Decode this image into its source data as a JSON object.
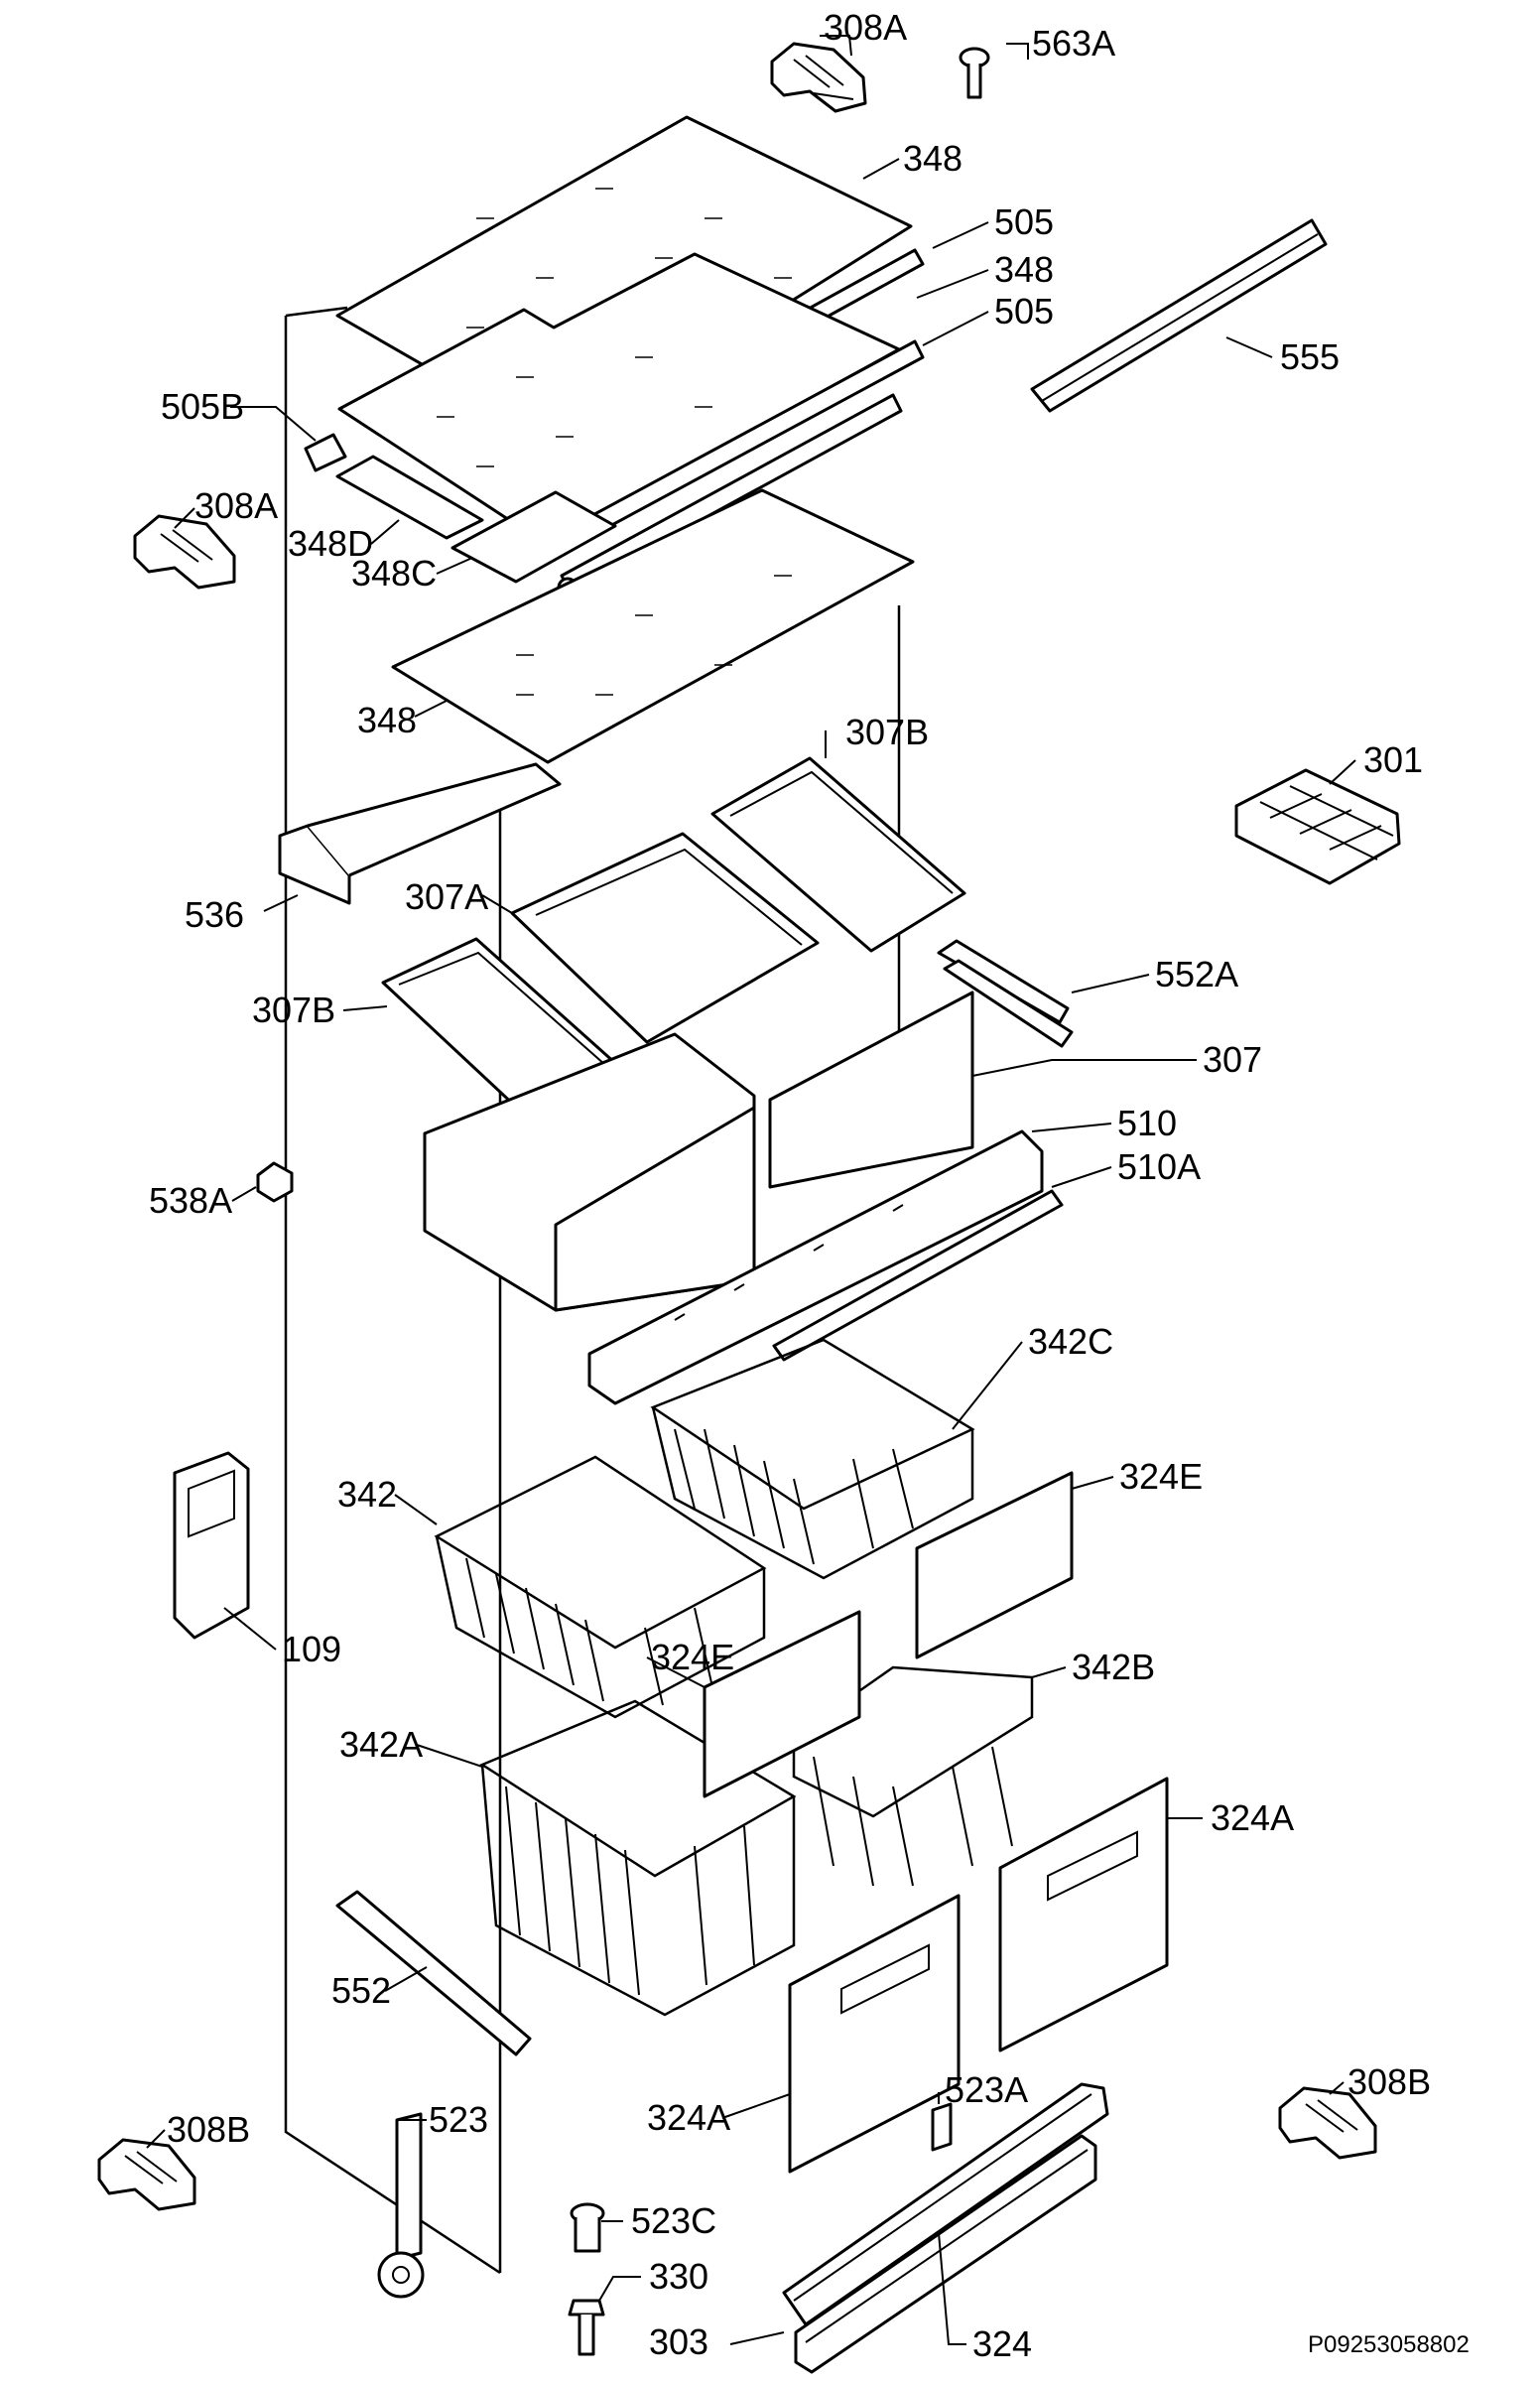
{
  "diagram": {
    "labels": {
      "l308a_top": "308A",
      "l563a": "563A",
      "l348_1": "348",
      "l505_1": "505",
      "l348_2": "348",
      "l505_2": "505",
      "l555": "555",
      "l505b": "505B",
      "l308a_left": "308A",
      "l348d": "348D",
      "l348c": "348C",
      "l348_3": "348",
      "l307b_top": "307B",
      "l301": "301",
      "l536": "536",
      "l307a": "307A",
      "l552a": "552A",
      "l307b_left": "307B",
      "l307": "307",
      "l510": "510",
      "l510a": "510A",
      "l538a": "538A",
      "l342c": "342C",
      "l342": "342",
      "l324e_right": "324E",
      "l109": "109",
      "l324e_mid": "324E",
      "l342b": "342B",
      "l342a": "342A",
      "l324a_right": "324A",
      "l552": "552",
      "l324a_mid": "324A",
      "l308b_right": "308B",
      "l523a": "523A",
      "l308b_left": "308B",
      "l523": "523",
      "l523c": "523C",
      "l330": "330",
      "l303": "303",
      "l324": "324"
    },
    "drawing_code": "P09253058802"
  }
}
